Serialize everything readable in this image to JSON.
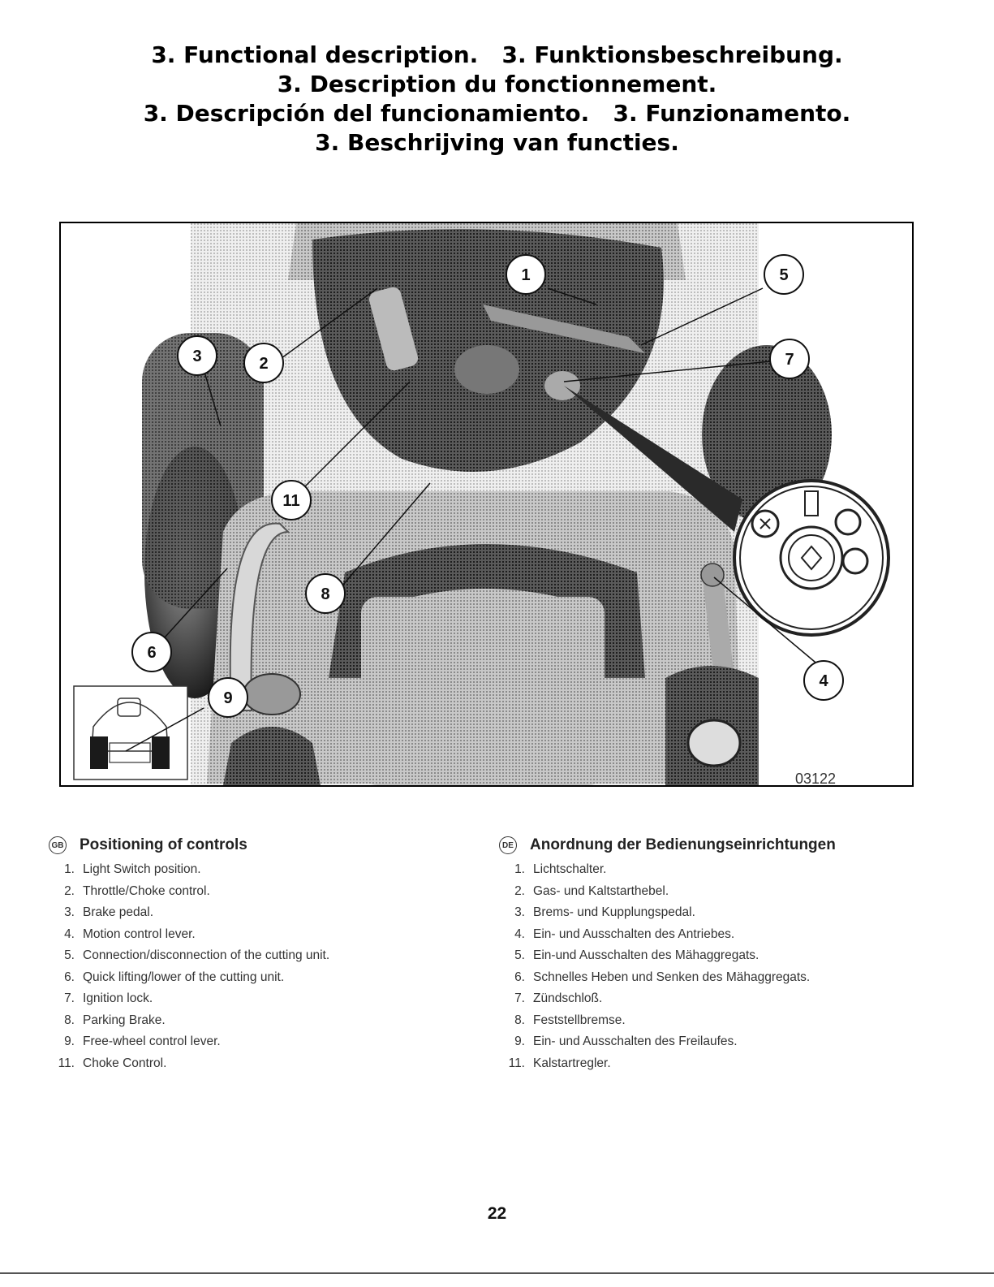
{
  "titles": [
    "3. Functional description.   3. Funktionsbeschreibung.",
    "3. Description du fonctionnement.",
    "3. Descripción del funcionamiento.   3. Funzionamento.",
    "3. Beschrijving van functies."
  ],
  "figure": {
    "code": "03122",
    "callouts": [
      "1",
      "2",
      "3",
      "4",
      "5",
      "6",
      "7",
      "8",
      "9",
      "11"
    ],
    "ignition_symbols": [
      "stop",
      "light",
      "run",
      "start"
    ]
  },
  "sections": {
    "gb": {
      "badge": "GB",
      "title": "Positioning of controls",
      "items": [
        {
          "num": "1.",
          "text": "Light Switch position."
        },
        {
          "num": "2.",
          "text": "Throttle/Choke control."
        },
        {
          "num": "3.",
          "text": "Brake pedal."
        },
        {
          "num": "4.",
          "text": "Motion control lever."
        },
        {
          "num": "5.",
          "text": "Connection/disconnection of the cutting unit."
        },
        {
          "num": "6.",
          "text": "Quick lifting/lower of the cutting unit."
        },
        {
          "num": "7.",
          "text": "Ignition lock."
        },
        {
          "num": "8.",
          "text": "Parking Brake."
        },
        {
          "num": "9.",
          "text": "Free-wheel control lever."
        },
        {
          "num": "11.",
          "text": "Choke Control."
        }
      ]
    },
    "de": {
      "badge": "DE",
      "title": "Anordnung der Bedienungseinrichtungen",
      "items": [
        {
          "num": "1.",
          "text": "Lichtschalter."
        },
        {
          "num": "2.",
          "text": "Gas- und Kaltstarthebel."
        },
        {
          "num": "3.",
          "text": "Brems- und Kupplungspedal."
        },
        {
          "num": "4.",
          "text": "Ein- und Ausschalten des Antriebes."
        },
        {
          "num": "5.",
          "text": "Ein-und Ausschalten des Mähaggregats."
        },
        {
          "num": "6.",
          "text": "Schnelles Heben und Senken des Mähaggregats."
        },
        {
          "num": "7.",
          "text": "Zündschloß."
        },
        {
          "num": "8.",
          "text": "Feststellbremse."
        },
        {
          "num": "9.",
          "text": "Ein- und Ausschalten des Freilaufes."
        },
        {
          "num": "11.",
          "text": "Kalstartregler."
        }
      ]
    }
  },
  "page_number": "22"
}
